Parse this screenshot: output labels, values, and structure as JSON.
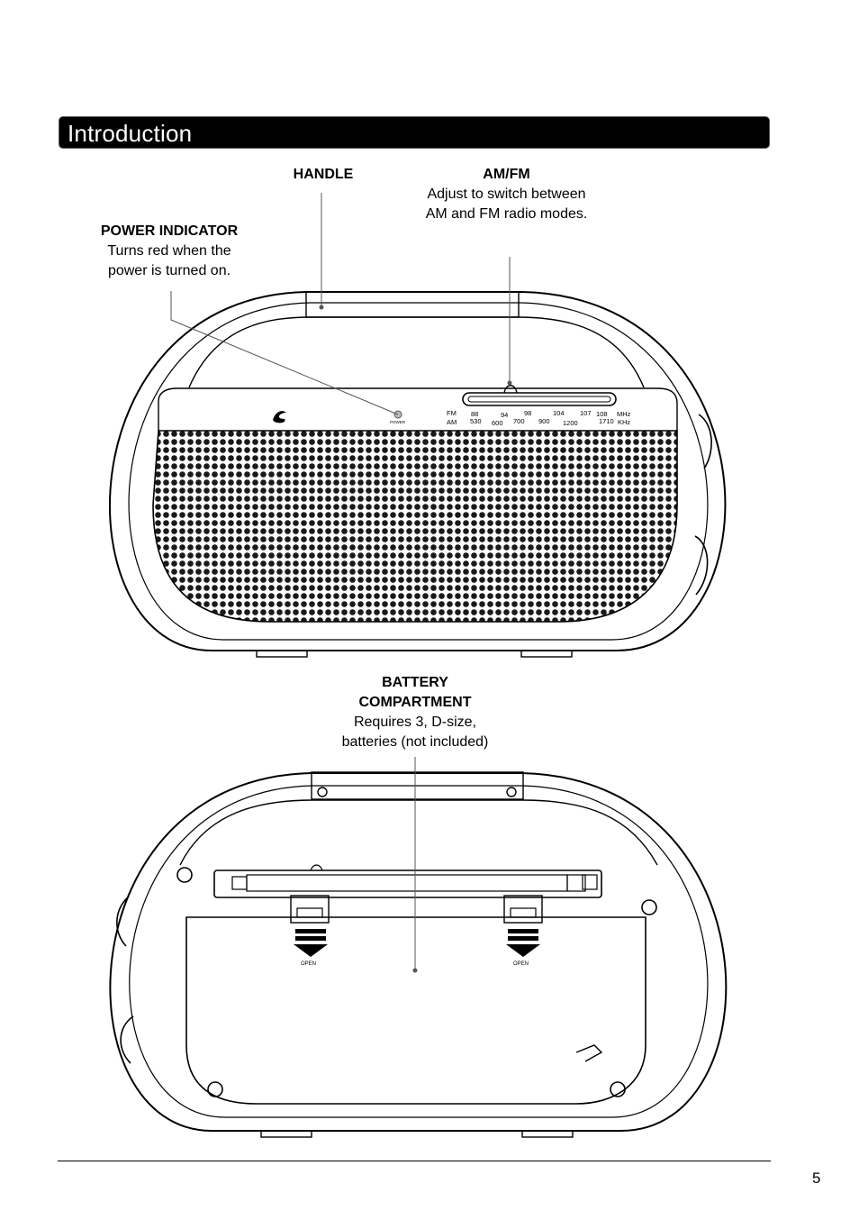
{
  "section_title": "Introduction",
  "callouts": {
    "handle": {
      "title": "HANDLE",
      "description": ""
    },
    "amfm": {
      "title": "AM/FM",
      "description": "Adjust to switch between AM and FM radio modes."
    },
    "power": {
      "title": "POWER INDICATOR",
      "description": "Turns red when the power is turned on."
    },
    "battery": {
      "title": "BATTERY COMPARTMENT",
      "description": "Requires 3, D-size, batteries (not included)"
    }
  },
  "radio_front": {
    "power_label": "POWER",
    "dial": {
      "fm_label": "FM",
      "am_label": "AM",
      "fm_values": [
        "88",
        "94",
        "98",
        "104",
        "107",
        "108"
      ],
      "am_values": [
        "530",
        "600",
        "700",
        "900",
        "1200",
        "1710"
      ],
      "fm_unit": "MHz",
      "am_unit": "KHz"
    }
  },
  "radio_back": {
    "latch_left_label": "OPEN",
    "latch_right_label": "OPEN"
  },
  "page_number": "5"
}
